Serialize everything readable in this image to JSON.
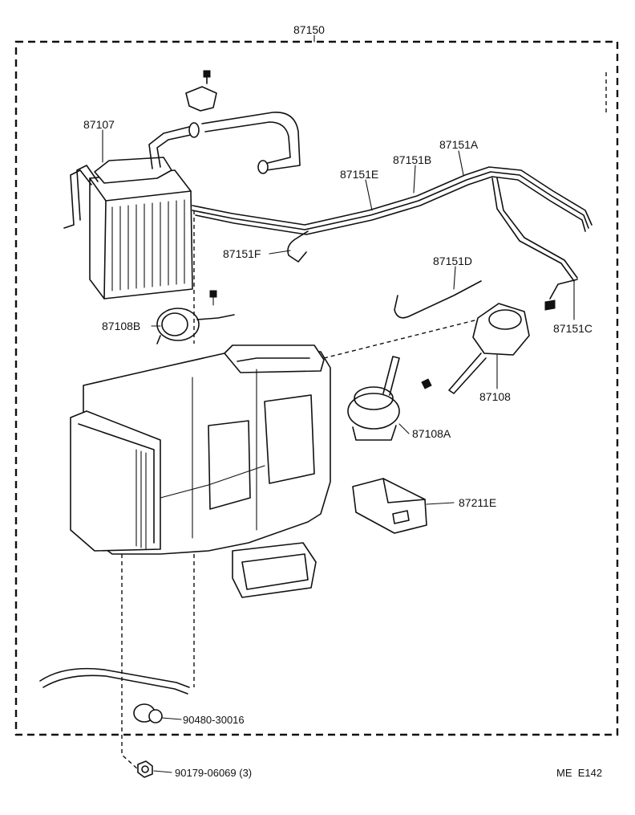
{
  "diagram": {
    "assembly_label": "87150",
    "parts": {
      "heater_core": "87107",
      "vacuum_motor_b": "87108B",
      "vacuum_motor": "87108",
      "vacuum_motor_a": "87108A",
      "hose_a": "87151A",
      "hose_b": "87151B",
      "hose_c": "87151C",
      "hose_d": "87151D",
      "hose_e": "87151E",
      "hose_f": "87151F",
      "cover": "87211E",
      "grommet": "90480-30016",
      "nut": "90179-06069 (3)"
    },
    "figure_code": "ME  E142"
  }
}
